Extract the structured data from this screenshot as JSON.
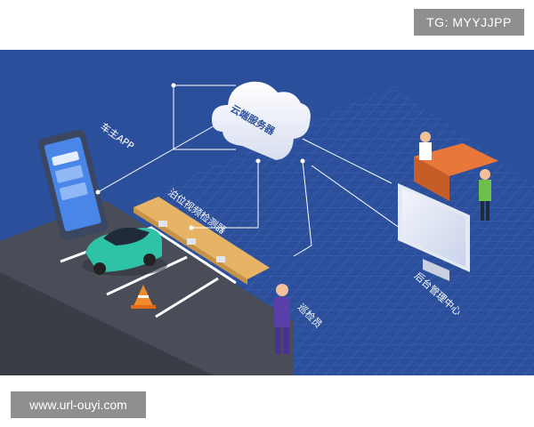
{
  "watermark_top": "TG: MYYJJPP",
  "watermark_bottom": "www.url-ouyi.com",
  "labels": {
    "cloud_server": "云端服务器",
    "car_app": "车主APP",
    "parking_detector": "泊位视频检测器",
    "backend_center": "后台管理中心",
    "inspector": "巡检员"
  },
  "colors": {
    "background": "#2c4f9c",
    "grid": "#4b72c2",
    "connector": "#ffffff",
    "car": "#2ec3a6",
    "road": "#4a4d57"
  }
}
